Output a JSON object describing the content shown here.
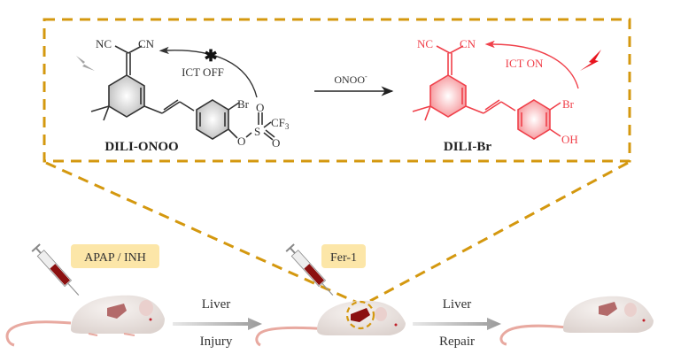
{
  "probe": {
    "name": "DILI-ONOO",
    "groups": {
      "nc": "NC",
      "cn": "CN",
      "br": "Br",
      "o": "O",
      "s": "S",
      "cf3_main": "CF",
      "cf3_sub": "3"
    },
    "ict_label": "ICT OFF",
    "ict_blocked_mark": "✱"
  },
  "reaction": {
    "reagent_main": "ONOO",
    "reagent_charge": "-"
  },
  "product": {
    "name": "DILI-Br",
    "groups": {
      "nc": "NC",
      "cn": "CN",
      "br": "Br",
      "oh": "OH"
    },
    "ict_label": "ICT ON"
  },
  "colors": {
    "dash_outline": "#d4980f",
    "probe_ink": "#333333",
    "product_ink": "#f0404a",
    "tag_bg": "#fce6a8",
    "arrow_gray": "#a8a8a8",
    "liver_dark": "#8b1010",
    "liver_light": "#b36a6a"
  },
  "workflow": {
    "step1_tag": "APAP / INH",
    "step2_tag": "Fer-1",
    "arrow1_top": "Liver",
    "arrow1_bottom": "Injury",
    "arrow2_top": "Liver",
    "arrow2_bottom": "Repair"
  }
}
